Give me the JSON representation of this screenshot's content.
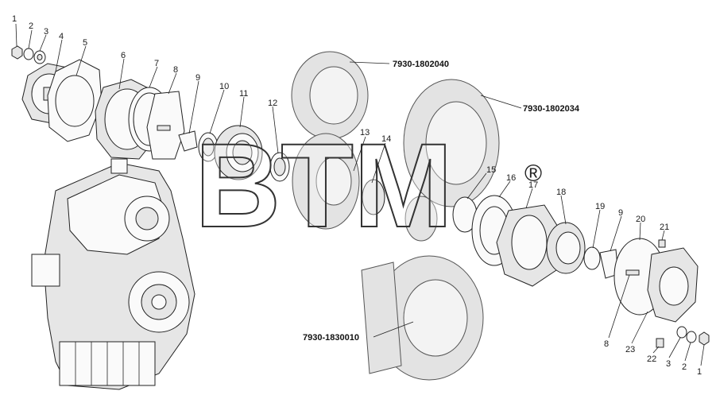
{
  "diagram": {
    "callouts_left": [
      "1",
      "2",
      "3",
      "4",
      "5",
      "6",
      "7",
      "8",
      "9",
      "10",
      "11",
      "12"
    ],
    "callouts_middle": [
      "13",
      "14",
      "15",
      "16",
      "17",
      "18",
      "19",
      "9",
      "20",
      "21"
    ],
    "callouts_bottom_right": [
      "8",
      "23",
      "22",
      "3",
      "2",
      "1"
    ],
    "part_codes": {
      "gear_top": "7930-1802040",
      "gear_right": "7930-1802034",
      "gear_bottom": "7930-1830010"
    },
    "watermark": {
      "text": "BTM",
      "mark": "®"
    }
  }
}
